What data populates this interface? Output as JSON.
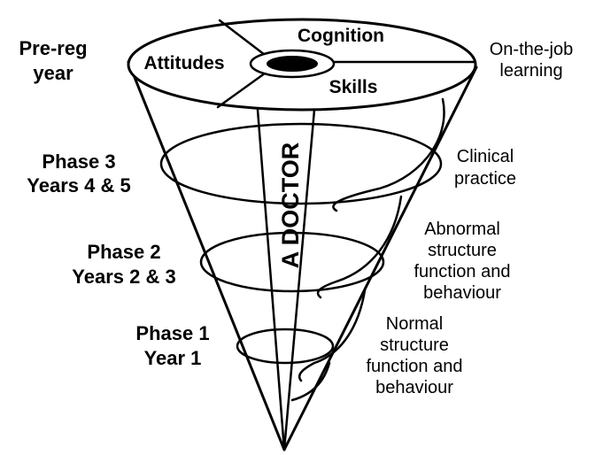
{
  "left_labels": {
    "prereg_line1": "Pre-reg",
    "prereg_line2": "year",
    "phase3_line1": "Phase 3",
    "phase3_line2": "Years 4 & 5",
    "phase2_line1": "Phase 2",
    "phase2_line2": "Years 2 & 3",
    "phase1_line1": "Phase 1",
    "phase1_line2": "Year 1"
  },
  "top_segments": {
    "cognition": "Cognition",
    "attitudes": "Attitudes",
    "skills": "Skills"
  },
  "center_strip": "A DOCTOR",
  "right_labels": {
    "job_line1": "On-the-job",
    "job_line2": "learning",
    "clinical_line1": "Clinical",
    "clinical_line2": "practice",
    "abnormal_line1": "Abnormal",
    "abnormal_line2": "structure",
    "abnormal_line3": "function and",
    "abnormal_line4": "behaviour",
    "normal_line1": "Normal",
    "normal_line2": "structure",
    "normal_line3": "function and",
    "normal_line4": "behaviour"
  },
  "colors": {
    "ink": "#000000",
    "paper": "#ffffff"
  }
}
